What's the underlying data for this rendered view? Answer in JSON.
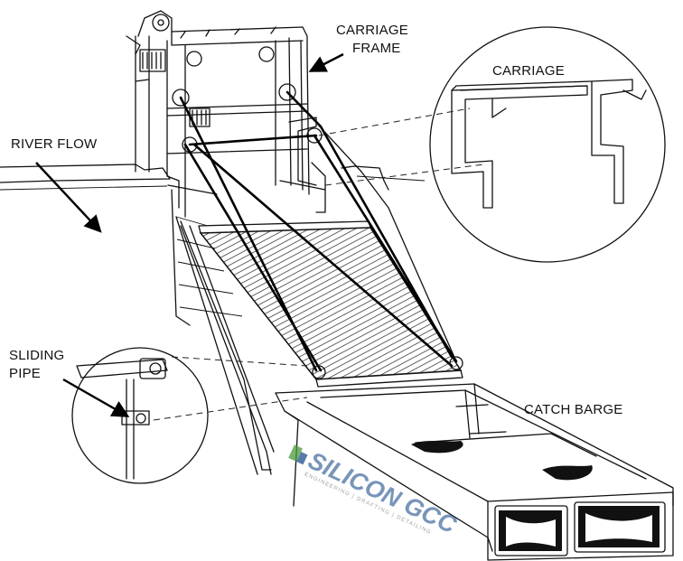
{
  "labels": {
    "carriage_frame_line1": "CARRIAGE",
    "carriage_frame_line2": "FRAME",
    "carriage": "CARRIAGE",
    "river_flow": "RIVER FLOW",
    "sliding_pipe_line1": "SLIDING",
    "sliding_pipe_line2": "PIPE",
    "catch_barge": "CATCH BARGE"
  },
  "watermark": {
    "brand": "SILICON GCC",
    "tagline": "ENGINEERING | DRAFTING | DETAILING",
    "colors": {
      "blue": "#1f4f8c",
      "green": "#4a9a3c"
    }
  }
}
